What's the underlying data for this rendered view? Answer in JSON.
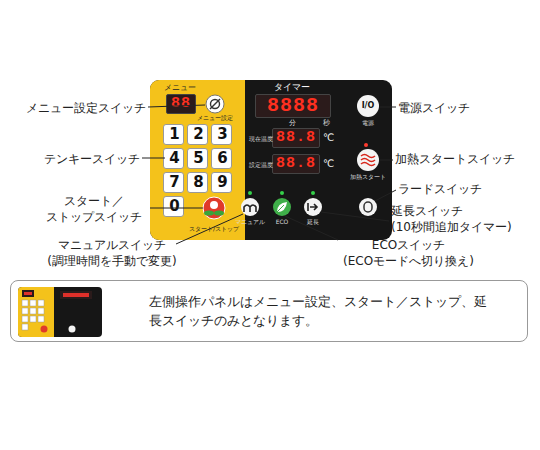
{
  "diagram": {
    "nodes": [
      {
        "text": [
          "タイマー"
        ]
      },
      {
        "text": [
          "メニュー"
        ],
        "in": 0
      },
      {
        "text": [
          "88"
        ],
        "in": 1
      },
      {
        "text": [
          "1"
        ],
        "in": 1
      },
      {
        "text": [
          "2"
        ],
        "in": 1
      },
      {
        "text": [
          "3"
        ],
        "in": 1
      },
      {
        "text": [
          "4"
        ],
        "in": 1
      },
      {
        "text": [
          "5"
        ],
        "in": 1
      },
      {
        "text": [
          "6"
        ],
        "in": 1
      },
      {
        "text": [
          "7"
        ],
        "in": 1
      },
      {
        "text": [
          "8"
        ],
        "in": 1
      },
      {
        "text": [
          "9"
        ],
        "in": 1
      },
      {
        "text": [
          "0"
        ],
        "in": 1
      },
      {
        "text": [
          "8888"
        ],
        "in": 0
      },
      {
        "text": [
          "88.8"
        ],
        "in": 0
      },
      {
        "text": [
          "88.8"
        ],
        "in": 0
      },
      {
        "text": [
          "左側操作パネルはメニュー設定、スタート／ストップ、延長スイッチのみとなります。"
        ]
      }
    ],
    "labels": [
      "メニュー設定スイッチ",
      "テンキースイッチ",
      "スタート／ ストップスイッチ",
      "マニュアルスイッチ (調理時間を手動で変更)",
      "電源スイッチ",
      "加熱スタートスイッチ",
      "ラードスイッチ",
      "延長スイッチ (10秒間追加タイマー)",
      "ECOスイッチ (ECOモードへ切り換え)",
      "メニュー設定",
      "スタート/ストップ",
      "分",
      "秒",
      "現在温度",
      "設定温度",
      "℃",
      "℃",
      "I/O",
      "電源",
      "加熱スタート",
      "マニュアル",
      "ECO",
      "延長"
    ]
  }
}
